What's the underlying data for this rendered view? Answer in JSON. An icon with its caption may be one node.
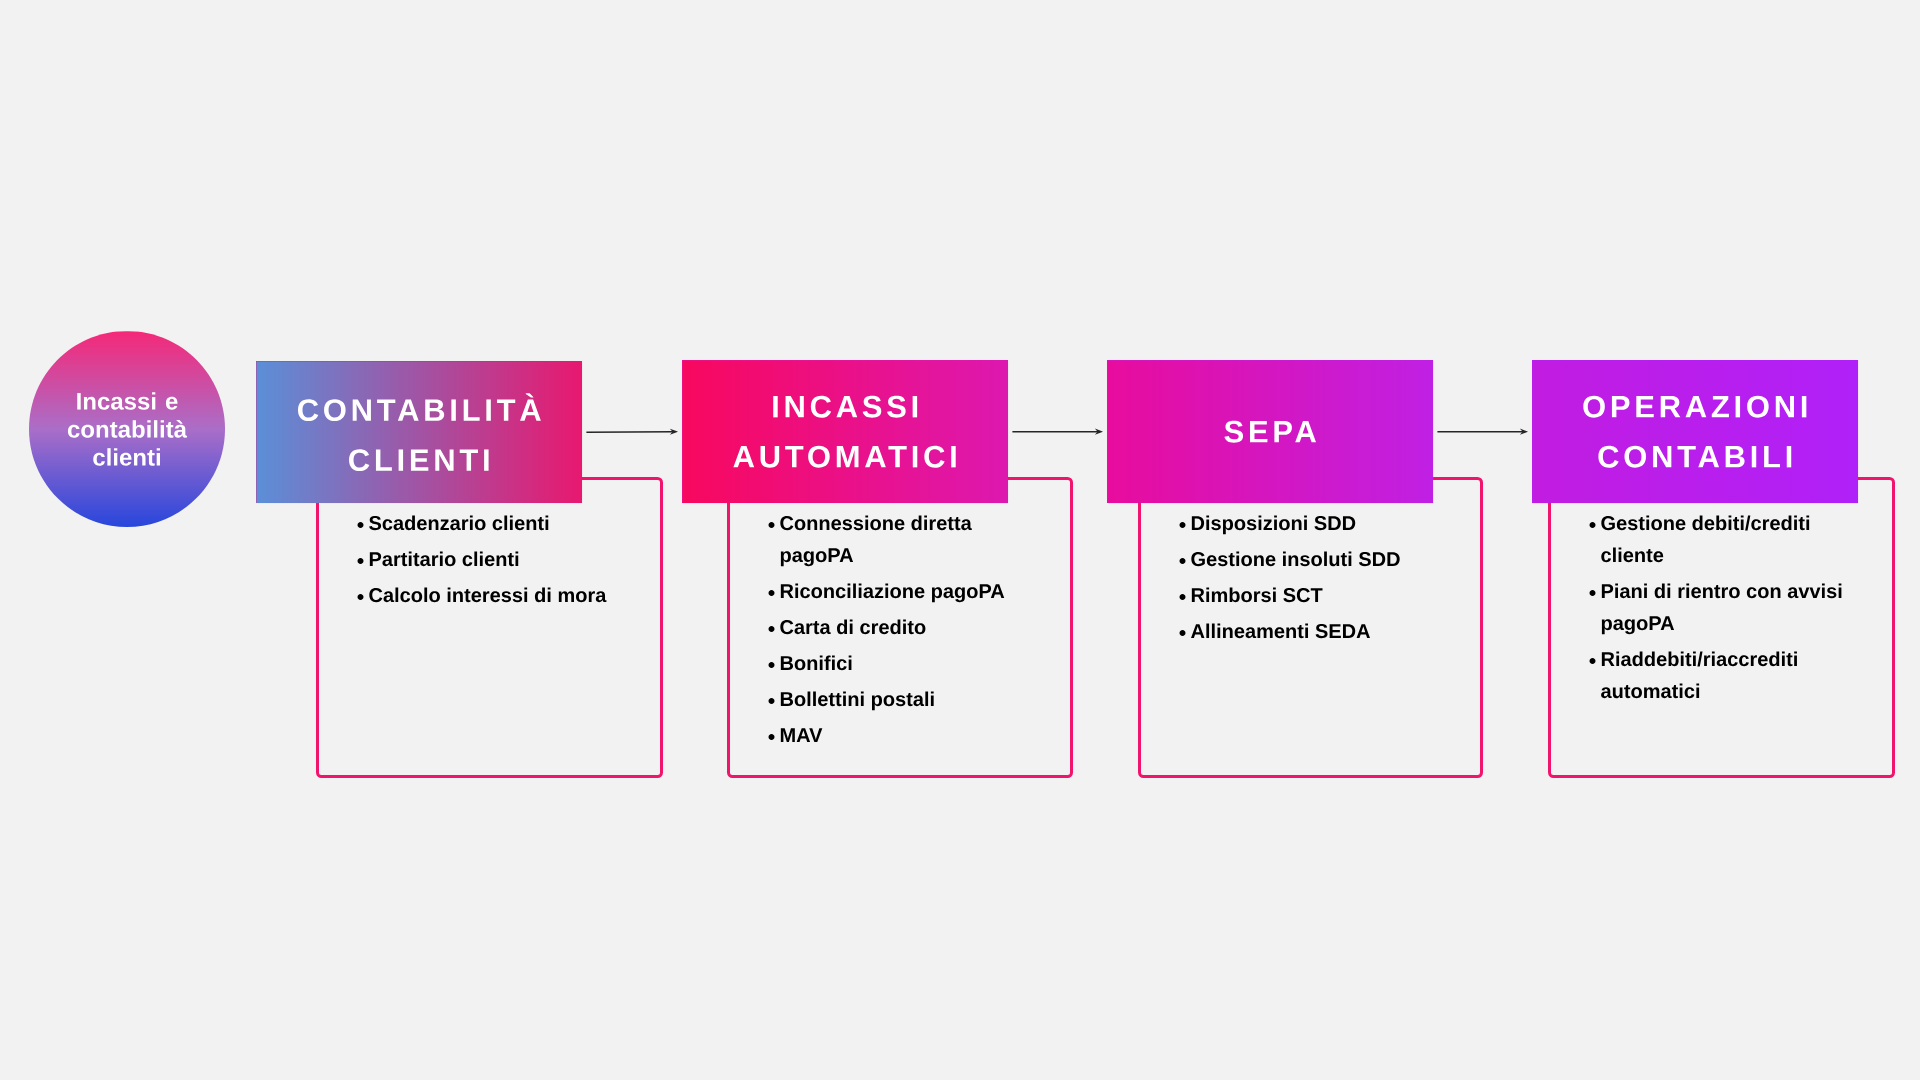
{
  "diagram": {
    "nodes": [
      {
        "text": [
          "Incassi e contabilità clienti"
        ]
      },
      {
        "text": [
          "CONTABILITÀ CLIENTI"
        ]
      },
      {
        "text": [
          "Scadenzario clienti",
          "Partitario clienti",
          "Calcolo interessi di mora"
        ]
      },
      {
        "text": [
          "INCASSI AUTOMATICI"
        ]
      },
      {
        "text": [
          "Connessione diretta pagoPA",
          "Riconciliazione pagoPA",
          "Carta di credito",
          "Bonifici",
          "Bollettini postali",
          "MAV"
        ]
      },
      {
        "text": [
          "SEPA"
        ]
      },
      {
        "text": [
          "Disposizioni SDD",
          "Gestione insoluti SDD",
          "Rimborsi SCT",
          "Allineamenti SEDA"
        ]
      },
      {
        "text": [
          "OPERAZIONI CONTABILI"
        ]
      },
      {
        "text": [
          "Gestione debiti/crediti cliente",
          "Piani di rientro con avvisi pagoPA",
          "Riaddebiti/riaccrediti automatici"
        ]
      }
    ],
    "edges": [
      {
        "from": 1,
        "to": 3,
        "arrow": "to"
      },
      {
        "from": 3,
        "to": 5,
        "arrow": "to"
      },
      {
        "from": 5,
        "to": 7,
        "arrow": "to"
      }
    ]
  }
}
